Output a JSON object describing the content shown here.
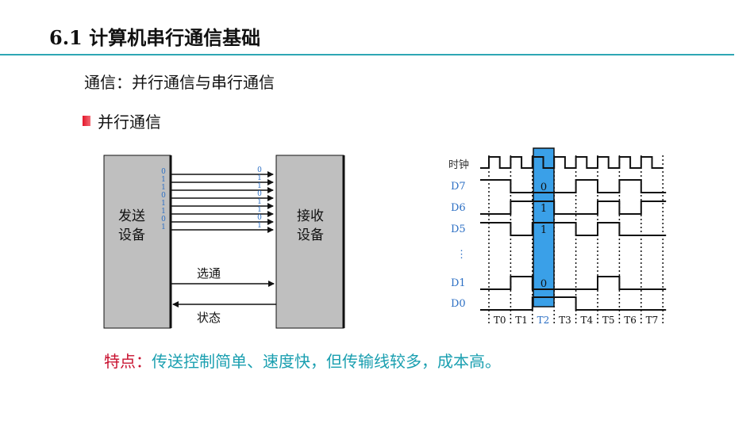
{
  "header": {
    "title": "6.1  计算机串行通信基础",
    "accent_color": "#2ea6b4"
  },
  "subtitle": "通信：并行通信与串行通信",
  "bullet": {
    "label": "并行通信",
    "icon": "red-square-bullet-icon",
    "color": "#e4162a"
  },
  "left_diagram": {
    "sender_label_line1": "发送",
    "sender_label_line2": "设备",
    "receiver_label_line1": "接收",
    "receiver_label_line2": "设备",
    "send_bits": [
      "0",
      "1",
      "1",
      "0",
      "1",
      "1",
      "0",
      "1"
    ],
    "recv_bits": [
      "0",
      "1",
      "1",
      "0",
      "1",
      "1",
      "0",
      "1"
    ],
    "strobe_label": "选通",
    "status_label": "状态",
    "bit_color": "#2c6fc4"
  },
  "timing_diagram": {
    "clock_label": "时钟",
    "signal_labels": [
      "D7",
      "D6",
      "D5",
      "D1",
      "D0"
    ],
    "ellipsis": "⋮",
    "time_labels": [
      "T0",
      "T1",
      "T2",
      "T3",
      "T4",
      "T5",
      "T6",
      "T7"
    ],
    "highlight_index": 2,
    "highlight_color": "#3aa0e8",
    "highlight_bits": [
      "0",
      "1",
      "1",
      "0"
    ]
  },
  "feature": {
    "label": "特点：",
    "text": "传送控制简单、速度快，但传输线较多，成本高。",
    "label_color": "#c8102e",
    "text_color": "#1a9fb0"
  }
}
